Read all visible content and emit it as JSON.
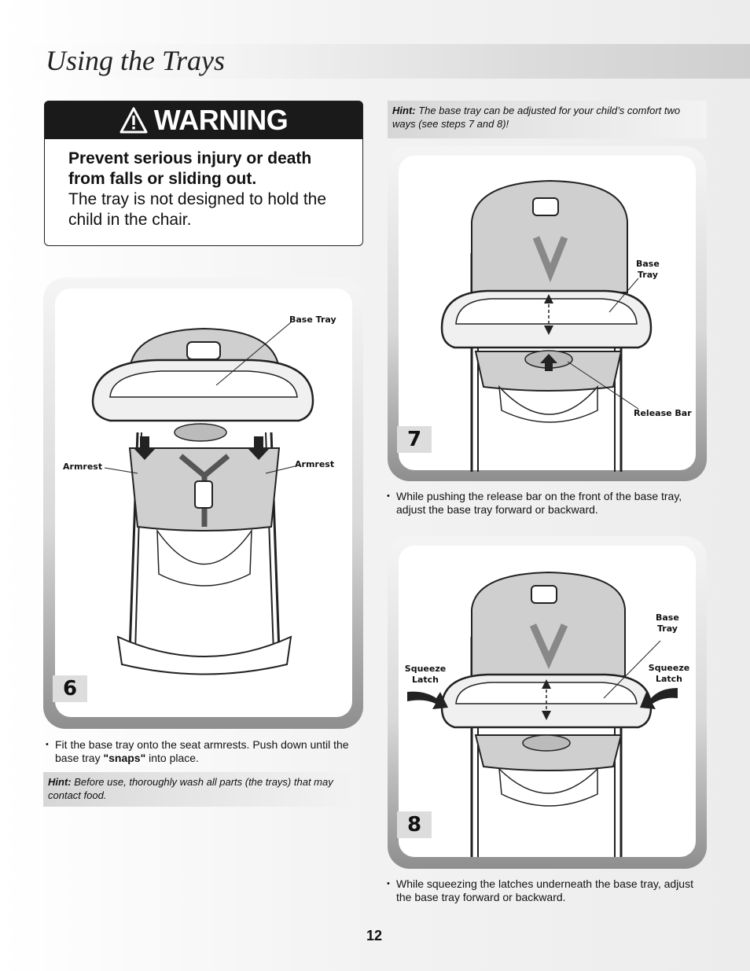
{
  "page": {
    "title": "Using the Trays",
    "page_number": "12"
  },
  "warning": {
    "title": "WARNING",
    "icon": "warning-triangle-icon",
    "bold_text": "Prevent serious injury or death from falls or sliding out.",
    "text": "The tray is not designed to hold the child in the chair."
  },
  "step6": {
    "number": "6",
    "labels": {
      "base_tray": "Base Tray",
      "armrest_left": "Armrest",
      "armrest_right": "Armrest"
    },
    "bullet_pre": "Fit the base tray onto the seat armrests. Push down until the base tray ",
    "bullet_bold": "\"snaps\"",
    "bullet_post": " into place."
  },
  "hint_bottom": {
    "label": "Hint:",
    "text": "Before use, thoroughly wash all parts (the trays) that may contact food."
  },
  "hint_top": {
    "label": "Hint:",
    "text": "The base tray can be adjusted for your child’s comfort two ways (see steps 7 and 8)!"
  },
  "step7": {
    "number": "7",
    "labels": {
      "base": "Base",
      "tray": "Tray",
      "release_bar": "Release Bar"
    },
    "bullet": "While pushing the release bar on the front of the base tray, adjust the base tray forward or backward."
  },
  "step8": {
    "number": "8",
    "labels": {
      "base": "Base",
      "tray": "Tray",
      "squeeze_left_1": "Squeeze",
      "latch_left": "Latch",
      "squeeze_right_1": "Squeeze",
      "latch_right": "Latch"
    },
    "bullet": "While squeezing the latches underneath the base tray, adjust the base tray forward or backward."
  }
}
